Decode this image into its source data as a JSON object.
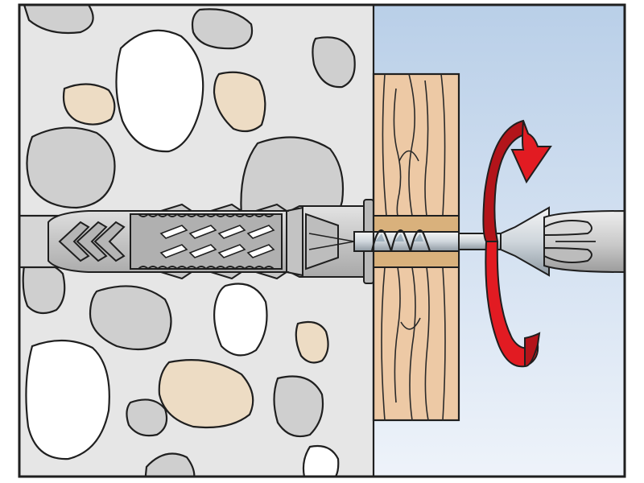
{
  "diagram": {
    "caption": "",
    "labels": [],
    "colors": {
      "frame": "#1f1f1f",
      "concrete": "#e6e6e6",
      "pebble_grey": "#cfcfcf",
      "pebble_white": "#ffffff",
      "pebble_beige": "#eddcc4",
      "sky_top": "#b9cfe8",
      "sky_bottom": "#eef3fa",
      "wood": "#edc9a5",
      "wood_grain": "#2a2a2a",
      "plug": "#c7c7c7",
      "plug_dark": "#9a9a9a",
      "screw": "#dcdcdc",
      "screw_thread": "#9fb4c4",
      "rotation_arrow": "#e21b22"
    },
    "elements": {
      "concrete_wall": "concrete-wall",
      "wooden_board": "wooden-board",
      "wall_plug": "wall-plug",
      "screw": "screw",
      "screwdriver": "screwdriver-bit",
      "rotation_arrow": "clockwise-rotation-arrow-icon"
    }
  }
}
